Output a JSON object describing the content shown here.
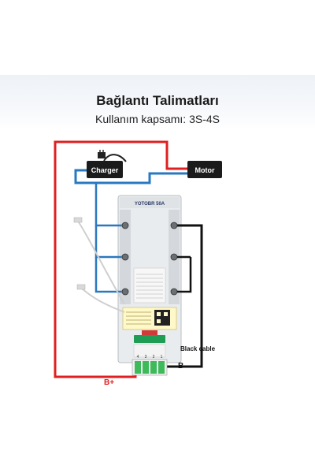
{
  "header": {
    "title": "Bağlantı Talimatları",
    "subtitle": "Kullanım kapsamı: 3S-4S"
  },
  "labels": {
    "charger": "Charger",
    "motor": "Motor",
    "black_cable": "Black cable",
    "b_plus": "B+",
    "b_minus": "B-",
    "brand": "YOTOBR 50A"
  },
  "connector_pins": [
    "4",
    "3",
    "2",
    "1"
  ],
  "colors": {
    "red_wire": "#e02020",
    "blue_wire": "#2a78c0",
    "black_wire": "#111111",
    "board": "#e9ecee",
    "pcb_green": "#1f9d55"
  }
}
